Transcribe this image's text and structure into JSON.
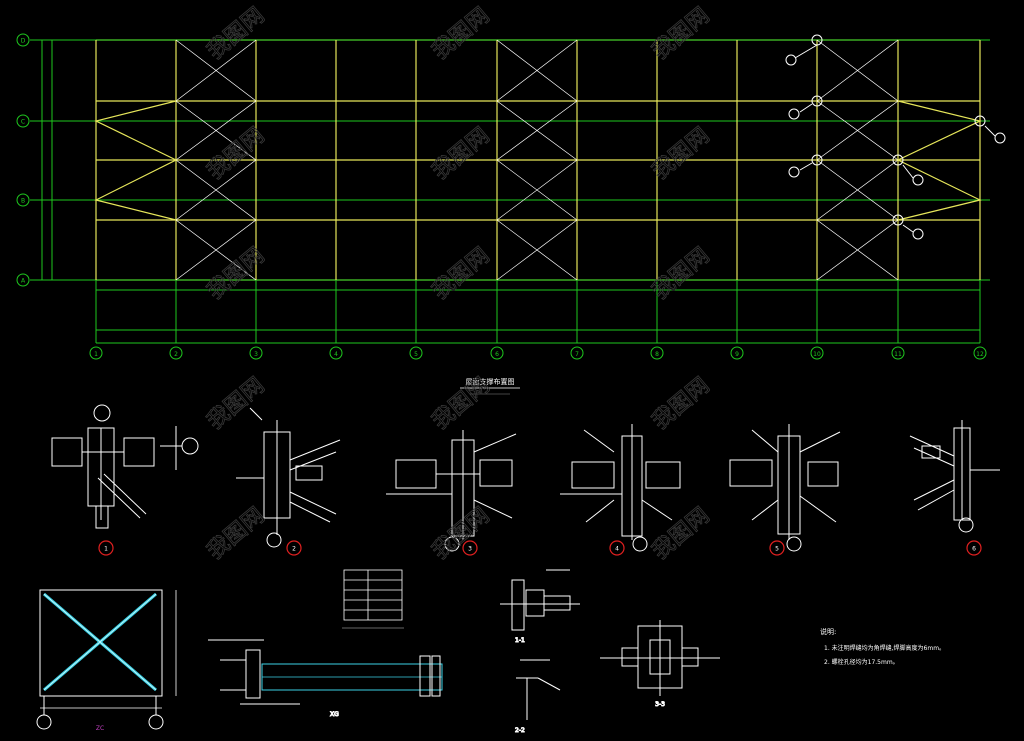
{
  "colors": {
    "background": "#000000",
    "grid_line": "#1ec81e",
    "frame_line": "#e6e65a",
    "brace_line": "#ffffff",
    "detail_line": "#ffffff",
    "brace_member": "#3cd2e6",
    "callout_circle": "#e02020",
    "section_label": "#c040c0",
    "watermark": "#505050"
  },
  "plan": {
    "column_axes": [
      "1",
      "2",
      "3",
      "4",
      "5",
      "6",
      "7",
      "8",
      "9",
      "10",
      "11",
      "12"
    ],
    "row_axes": [
      "D",
      "C",
      "B",
      "A"
    ],
    "title": "屋面支撑布置图"
  },
  "details": [
    {
      "number": "1",
      "icon": "callout-circle"
    },
    {
      "number": "2",
      "icon": "callout-circle"
    },
    {
      "number": "3",
      "icon": "callout-circle"
    },
    {
      "number": "4",
      "icon": "callout-circle"
    },
    {
      "number": "5",
      "icon": "callout-circle"
    },
    {
      "number": "6",
      "icon": "callout-circle"
    }
  ],
  "notes": {
    "heading": "说明:",
    "lines": [
      "1. 未注明焊缝均为角焊缝,焊脚高度为6mm。",
      "2. 螺栓孔径均为17.5mm。"
    ]
  },
  "watermark_text": "我图网"
}
